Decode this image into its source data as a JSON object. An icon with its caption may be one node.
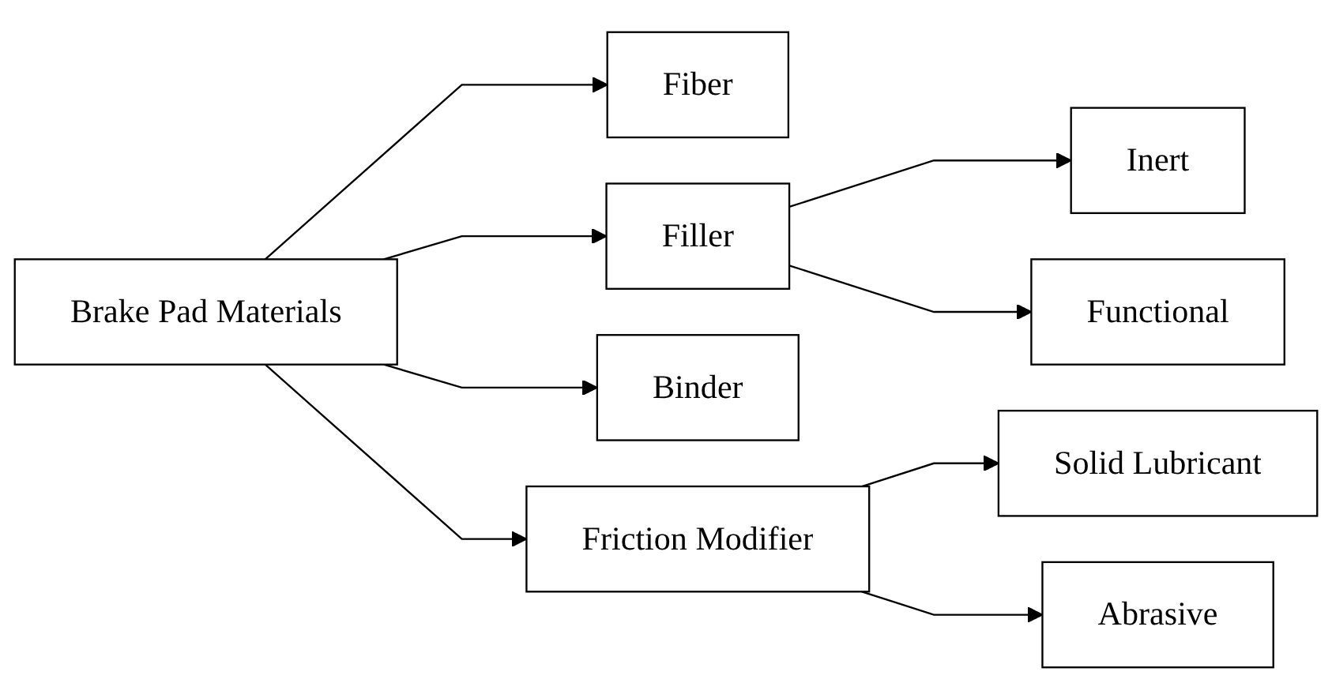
{
  "diagram": {
    "nodes": [
      {
        "text": [
          "Brake Pad Materials"
        ]
      },
      {
        "text": [
          "Fiber"
        ]
      },
      {
        "text": [
          "Filler"
        ]
      },
      {
        "text": [
          "Binder"
        ]
      },
      {
        "text": [
          "Friction Modifier"
        ]
      },
      {
        "text": [
          "Inert"
        ]
      },
      {
        "text": [
          "Functional"
        ]
      },
      {
        "text": [
          "Solid Lubricant"
        ]
      },
      {
        "text": [
          "Abrasive"
        ]
      }
    ],
    "edges": [
      {
        "from": 0,
        "to": 1,
        "arrow": "to"
      },
      {
        "from": 0,
        "to": 2,
        "arrow": "to"
      },
      {
        "from": 0,
        "to": 3,
        "arrow": "to"
      },
      {
        "from": 0,
        "to": 4,
        "arrow": "to"
      },
      {
        "from": 2,
        "to": 5,
        "arrow": "to"
      },
      {
        "from": 2,
        "to": 6,
        "arrow": "to"
      },
      {
        "from": 4,
        "to": 7,
        "arrow": "to"
      },
      {
        "from": 4,
        "to": 8,
        "arrow": "to"
      }
    ]
  }
}
